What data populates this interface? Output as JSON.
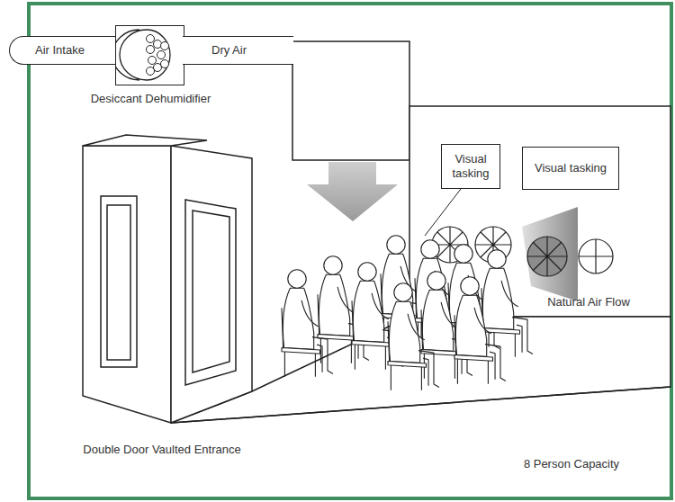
{
  "diagram": {
    "nodes": [
      {
        "text": [
          "Air Intake"
        ]
      },
      {
        "text": [
          "Desiccant Dehumidifier"
        ]
      },
      {
        "text": [
          "Dry Air"
        ]
      },
      {
        "text": [
          "Visual tasking"
        ]
      },
      {
        "text": [
          "Visual tasking"
        ]
      }
    ],
    "labels": [
      "Natural Air Flow",
      "Double Door Vaulted Entrance",
      "8 Person Capacity"
    ]
  }
}
